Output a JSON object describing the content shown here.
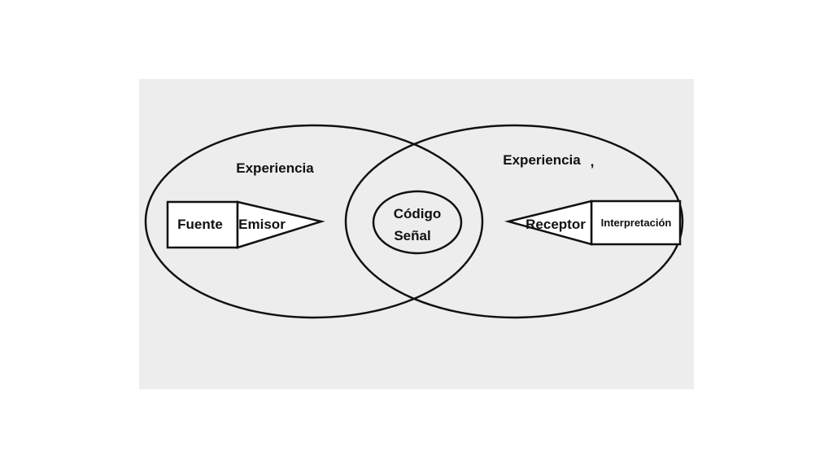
{
  "diagram": {
    "left_experience": "Experiencia",
    "right_experience": "Experiencia",
    "right_mark": ",",
    "source": "Fuente",
    "emitter": "Emisor",
    "code_line1": "Código",
    "code_line2": "Señal",
    "receiver": "Receptor",
    "interpretation": "Interpretación"
  },
  "colors": {
    "panel": "#ededed",
    "stroke": "#111111",
    "background": "#ffffff"
  }
}
